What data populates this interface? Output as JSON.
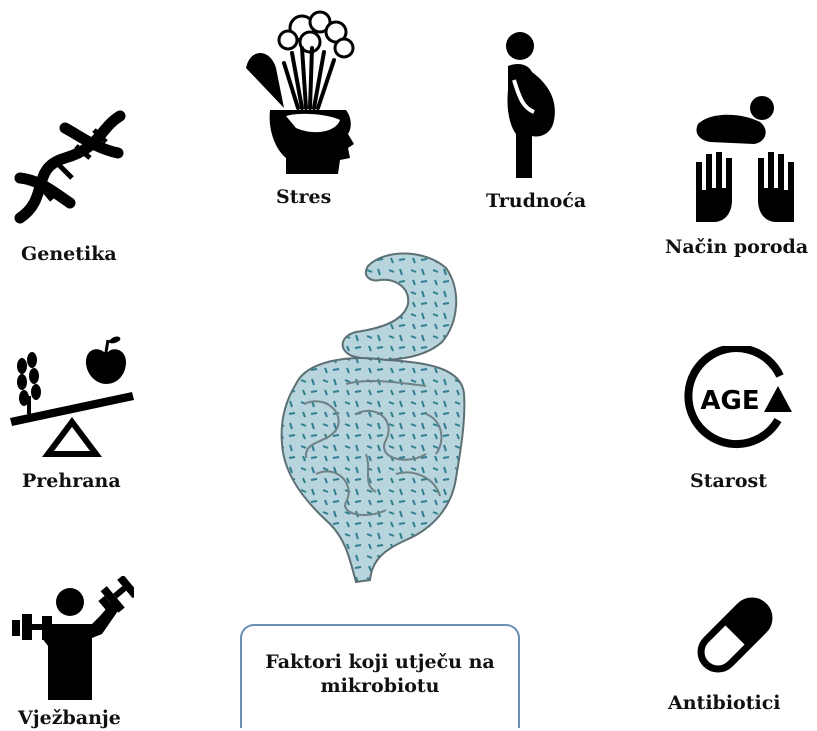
{
  "factors": {
    "genetika": {
      "label": "Genetika",
      "icon": "dna-icon"
    },
    "stres": {
      "label": "Stres",
      "icon": "stress-head-icon"
    },
    "trudnoca": {
      "label": "Trudnoća",
      "icon": "pregnancy-icon"
    },
    "nacin_poroda": {
      "label": "Način poroda",
      "icon": "baby-hands-icon"
    },
    "prehrana": {
      "label": "Prehrana",
      "icon": "diet-balance-icon"
    },
    "starost": {
      "label": "Starost",
      "icon": "age-icon",
      "icon_text": "AGE"
    },
    "vjezbanje": {
      "label": "Vježbanje",
      "icon": "exercise-icon"
    },
    "antibiotici": {
      "label": "Antibiotici",
      "icon": "pill-icon"
    }
  },
  "center": {
    "icon": "gut-microbiota-illustration",
    "caption_line1": "Faktori koji utječu na",
    "caption_line2": "mikrobiotu"
  },
  "colors": {
    "icon": "#000000",
    "gut": "#b8d4dc",
    "gut_bacteria": "#2f7f8f",
    "box_border": "#6b8fb3"
  }
}
